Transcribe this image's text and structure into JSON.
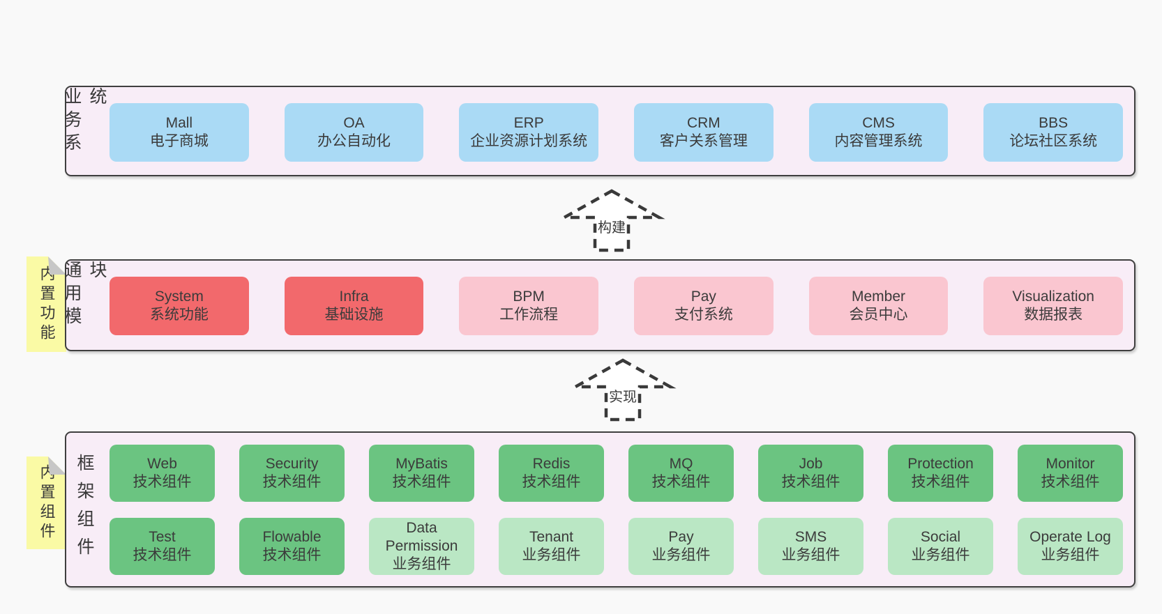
{
  "colors": {
    "bg": "#f9f9f9",
    "panel": "#f8edf7",
    "panel-border": "#3f3f3f",
    "text": "#3b3b3b",
    "blue": "#aadaf5",
    "red": "#f2696c",
    "pink": "#fac6d0",
    "green": "#6bc481",
    "green-light": "#bae7c4",
    "yellow": "#fafaa5",
    "fold": "#c7c7c7",
    "arrow": "#3a3a3a",
    "arrow-fill": "#ffffff"
  },
  "arrows": [
    {
      "label": "构建"
    },
    {
      "label": "实现"
    }
  ],
  "layers": [
    {
      "label": "业务系统",
      "rows": [
        [
          {
            "title": "Mall",
            "subtitle": "电子商城",
            "color": "blue"
          },
          {
            "title": "OA",
            "subtitle": "办公自动化",
            "color": "blue"
          },
          {
            "title": "ERP",
            "subtitle": "企业资源计划系统",
            "color": "blue"
          },
          {
            "title": "CRM",
            "subtitle": "客户关系管理",
            "color": "blue"
          },
          {
            "title": "CMS",
            "subtitle": "内容管理系统",
            "color": "blue"
          },
          {
            "title": "BBS",
            "subtitle": "论坛社区系统",
            "color": "blue"
          }
        ]
      ]
    },
    {
      "label": "通用模块",
      "note": "内置功能",
      "rows": [
        [
          {
            "title": "System",
            "subtitle": "系统功能",
            "color": "red"
          },
          {
            "title": "Infra",
            "subtitle": "基础设施",
            "color": "red"
          },
          {
            "title": "BPM",
            "subtitle": "工作流程",
            "color": "pink"
          },
          {
            "title": "Pay",
            "subtitle": "支付系统",
            "color": "pink"
          },
          {
            "title": "Member",
            "subtitle": "会员中心",
            "color": "pink"
          },
          {
            "title": "Visualization",
            "subtitle": "数据报表",
            "color": "pink"
          }
        ]
      ]
    },
    {
      "label": "框架组件",
      "note": "内置组件",
      "rows": [
        [
          {
            "title": "Web",
            "subtitle": "技术组件",
            "color": "green"
          },
          {
            "title": "Security",
            "subtitle": "技术组件",
            "color": "green"
          },
          {
            "title": "MyBatis",
            "subtitle": "技术组件",
            "color": "green"
          },
          {
            "title": "Redis",
            "subtitle": "技术组件",
            "color": "green"
          },
          {
            "title": "MQ",
            "subtitle": "技术组件",
            "color": "green"
          },
          {
            "title": "Job",
            "subtitle": "技术组件",
            "color": "green"
          },
          {
            "title": "Protection",
            "subtitle": "技术组件",
            "color": "green"
          },
          {
            "title": "Monitor",
            "subtitle": "技术组件",
            "color": "green"
          }
        ],
        [
          {
            "title": "Test",
            "subtitle": "技术组件",
            "color": "green"
          },
          {
            "title": "Flowable",
            "subtitle": "技术组件",
            "color": "green"
          },
          {
            "title": "Data Permission",
            "subtitle": "业务组件",
            "color": "green-light"
          },
          {
            "title": "Tenant",
            "subtitle": "业务组件",
            "color": "green-light"
          },
          {
            "title": "Pay",
            "subtitle": "业务组件",
            "color": "green-light"
          },
          {
            "title": "SMS",
            "subtitle": "业务组件",
            "color": "green-light"
          },
          {
            "title": "Social",
            "subtitle": "业务组件",
            "color": "green-light"
          },
          {
            "title": "Operate Log",
            "subtitle": "业务组件",
            "color": "green-light"
          }
        ]
      ]
    }
  ]
}
